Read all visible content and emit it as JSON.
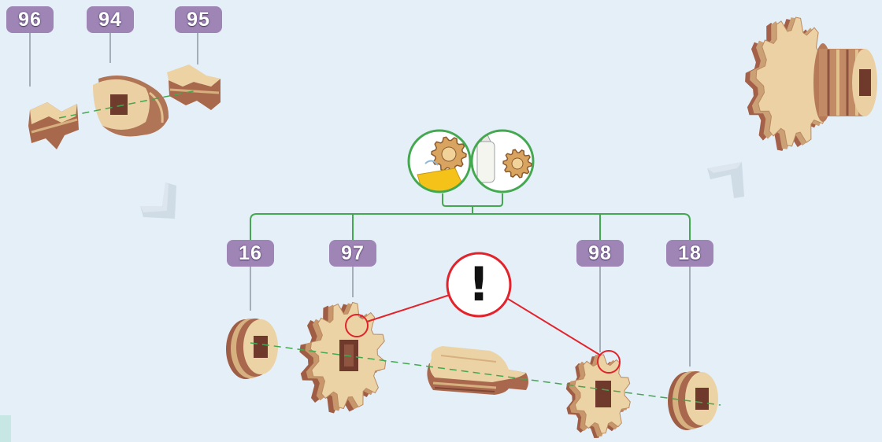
{
  "page": {
    "background": "#e4eff7"
  },
  "colors": {
    "badge": "#9e85b6",
    "connector": "#43a84f",
    "warning": "#e3232c",
    "wood_light": "#ecd3a6",
    "wood_dark": "#9f5d46"
  },
  "step_parts_top": {
    "badges": [
      {
        "label": "96"
      },
      {
        "label": "94"
      },
      {
        "label": "95"
      }
    ]
  },
  "step_parts_main": {
    "badges": [
      {
        "label": "16"
      },
      {
        "label": "97"
      },
      {
        "label": "98"
      },
      {
        "label": "18"
      }
    ],
    "warning_symbol": "!",
    "hint_icons": [
      "glue-icon",
      "gear-icon"
    ]
  },
  "icons": [
    "step-arrow-icon",
    "assembled-gear-icon"
  ]
}
